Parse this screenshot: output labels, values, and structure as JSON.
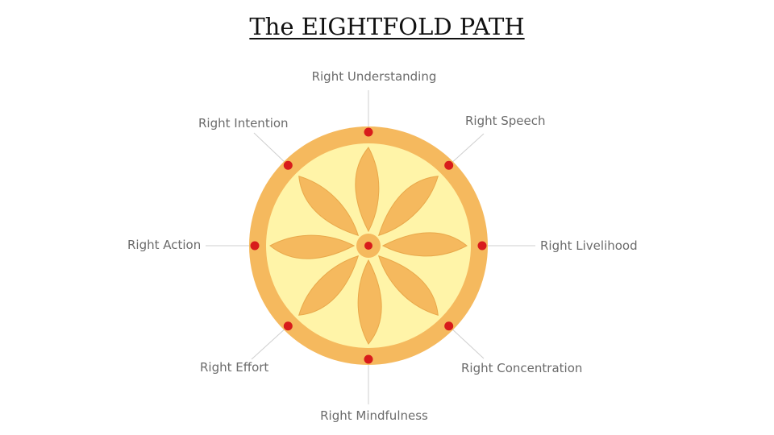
{
  "title": "The EIGHTFOLD PATH",
  "colors": {
    "outer_ring": "#f5b95e",
    "inner_disc": "#fff4a8",
    "petal": "#f5b95e",
    "petal_edge": "#e9a84a",
    "node": "#d81b1b",
    "spoke": "#cfcfcf",
    "label": "#6b6b6b"
  },
  "diagram": {
    "center_label": "",
    "items": [
      {
        "label": "Right Understanding",
        "angle_deg": 0
      },
      {
        "label": "Right Speech",
        "angle_deg": 45
      },
      {
        "label": "Right Livelihood",
        "angle_deg": 90
      },
      {
        "label": "Right Concentration",
        "angle_deg": 135
      },
      {
        "label": "Right Mindfulness",
        "angle_deg": 180
      },
      {
        "label": "Right Effort",
        "angle_deg": 225
      },
      {
        "label": "Right Action",
        "angle_deg": 270
      },
      {
        "label": "Right Intention",
        "angle_deg": 315
      }
    ]
  }
}
